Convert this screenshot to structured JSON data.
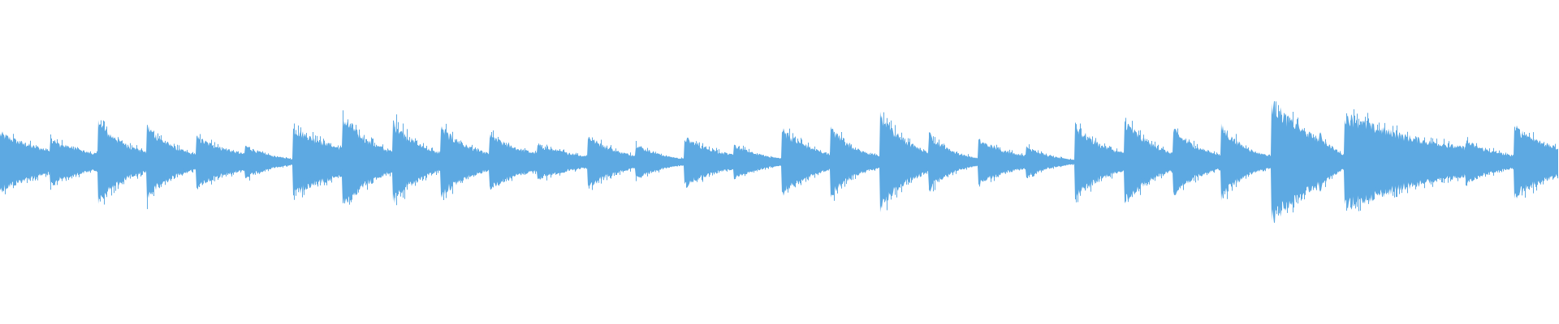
{
  "waveform": {
    "color": "#5DA9E2",
    "background": "#ffffff",
    "baseline_amplitude": 0.015,
    "onsets": [
      {
        "t": 0.0,
        "amp": 0.22,
        "decay": 0.035
      },
      {
        "t": 0.032,
        "amp": 0.17,
        "decay": 0.03
      },
      {
        "t": 0.063,
        "amp": 0.3,
        "decay": 0.022
      },
      {
        "t": 0.094,
        "amp": 0.28,
        "decay": 0.02
      },
      {
        "t": 0.126,
        "amp": 0.19,
        "decay": 0.028
      },
      {
        "t": 0.157,
        "amp": 0.13,
        "decay": 0.018
      },
      {
        "t": 0.188,
        "amp": 0.26,
        "decay": 0.035
      },
      {
        "t": 0.22,
        "amp": 0.34,
        "decay": 0.022
      },
      {
        "t": 0.252,
        "amp": 0.31,
        "decay": 0.02
      },
      {
        "t": 0.283,
        "amp": 0.26,
        "decay": 0.022
      },
      {
        "t": 0.314,
        "amp": 0.2,
        "decay": 0.028
      },
      {
        "t": 0.345,
        "amp": 0.13,
        "decay": 0.03
      },
      {
        "t": 0.377,
        "amp": 0.2,
        "decay": 0.022
      },
      {
        "t": 0.408,
        "amp": 0.14,
        "decay": 0.018
      },
      {
        "t": 0.439,
        "amp": 0.19,
        "decay": 0.025
      },
      {
        "t": 0.471,
        "amp": 0.13,
        "decay": 0.02
      },
      {
        "t": 0.502,
        "amp": 0.25,
        "decay": 0.022
      },
      {
        "t": 0.533,
        "amp": 0.26,
        "decay": 0.018
      },
      {
        "t": 0.565,
        "amp": 0.36,
        "decay": 0.02
      },
      {
        "t": 0.596,
        "amp": 0.22,
        "decay": 0.016
      },
      {
        "t": 0.628,
        "amp": 0.17,
        "decay": 0.025
      },
      {
        "t": 0.659,
        "amp": 0.12,
        "decay": 0.016
      },
      {
        "t": 0.69,
        "amp": 0.28,
        "decay": 0.022
      },
      {
        "t": 0.722,
        "amp": 0.32,
        "decay": 0.02
      },
      {
        "t": 0.753,
        "amp": 0.25,
        "decay": 0.02
      },
      {
        "t": 0.784,
        "amp": 0.27,
        "decay": 0.018
      },
      {
        "t": 0.816,
        "amp": 0.46,
        "decay": 0.032
      },
      {
        "t": 0.847,
        "amp": 0.22,
        "decay": 0.012
      },
      {
        "t": 0.863,
        "amp": 0.36,
        "decay": 0.065
      },
      {
        "t": 0.941,
        "amp": 0.16,
        "decay": 0.025
      },
      {
        "t": 0.972,
        "amp": 0.27,
        "decay": 0.03
      }
    ]
  }
}
